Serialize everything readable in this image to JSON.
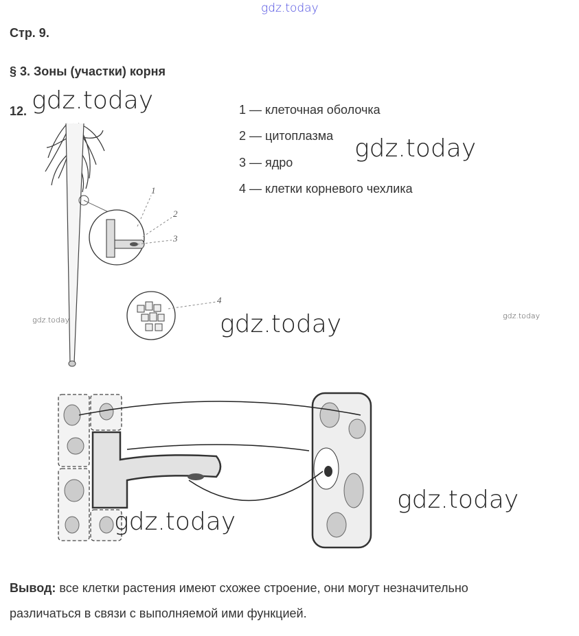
{
  "header": {
    "page_label": "Стр. 9.",
    "section_title": "§ 3. Зоны (участки) корня",
    "task_number": "12."
  },
  "legend": [
    "1 — клеточная оболочка",
    "2 — цитоплазма",
    "3 — ядро",
    "4 — клетки корневого чехлика"
  ],
  "figure_labels": [
    "1",
    "2",
    "3",
    "4"
  ],
  "conclusion": {
    "label": "Вывод:",
    "text": " все клетки растения имеют схожее строение, они могут незначительно",
    "text2": "различаться в связи с выполняемой ими функцией."
  },
  "watermark": "gdz.today"
}
